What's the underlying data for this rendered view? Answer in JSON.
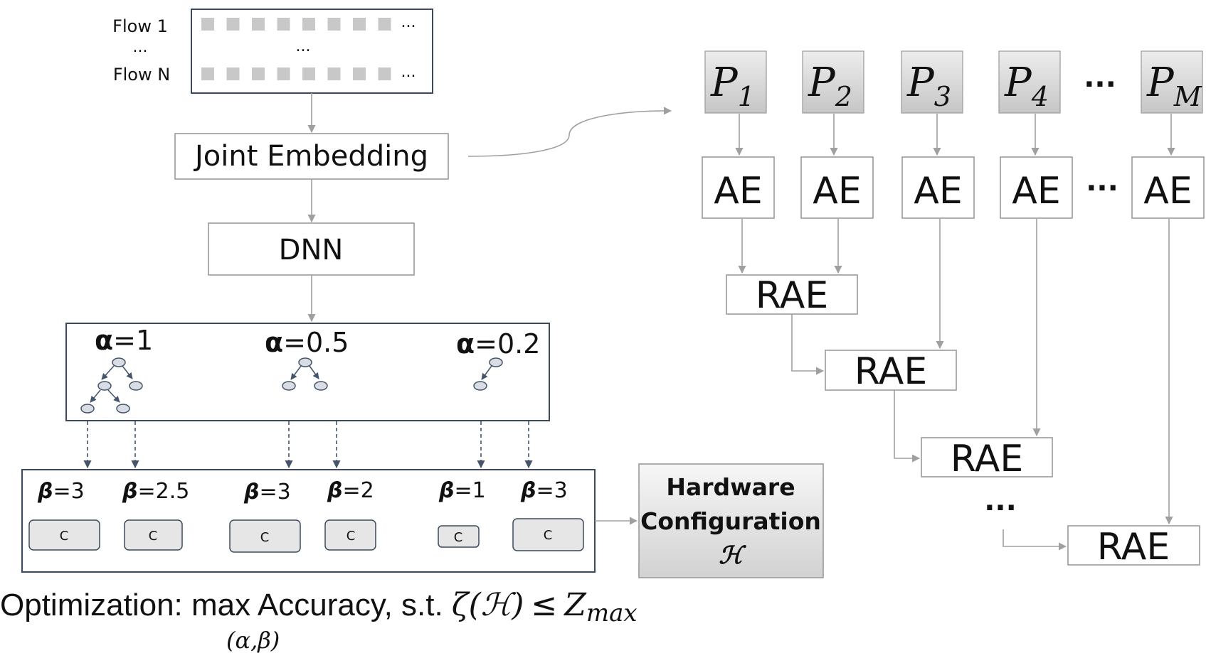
{
  "flows": {
    "label_first": "Flow 1",
    "label_dots": "...",
    "label_last": "Flow N",
    "row_ellipsis": "...",
    "middle_ellipsis": "..."
  },
  "pipeline": {
    "embedding_label": "Joint Embedding",
    "dnn_label": "DNN"
  },
  "trees": [
    {
      "alpha_symbol": "α",
      "alpha_value": "=1"
    },
    {
      "alpha_symbol": "α",
      "alpha_value": "=0.5"
    },
    {
      "alpha_symbol": "α",
      "alpha_value": "=0.2"
    }
  ],
  "classifiers": [
    {
      "beta_symbol": "β",
      "beta_value": "=3",
      "box_label": "C"
    },
    {
      "beta_symbol": "β",
      "beta_value": "=2.5",
      "box_label": "C"
    },
    {
      "beta_symbol": "β",
      "beta_value": "=3",
      "box_label": "C"
    },
    {
      "beta_symbol": "β",
      "beta_value": "=2",
      "box_label": "C"
    },
    {
      "beta_symbol": "β",
      "beta_value": "=1",
      "box_label": "C"
    },
    {
      "beta_symbol": "β",
      "beta_value": "=3",
      "box_label": "C"
    }
  ],
  "hardware": {
    "line1": "Hardware",
    "line2": "Configuration",
    "symbol": "ℋ"
  },
  "optimization": {
    "prefix": "Optimization: max Accuracy, s.t.",
    "zeta": "ζ",
    "arg": "(ℋ)",
    "leq": "≤",
    "zmax_base": "Z",
    "zmax_sub": "max",
    "under": "(α,β)"
  },
  "partitions": [
    {
      "base": "P",
      "sub": "1"
    },
    {
      "base": "P",
      "sub": "2"
    },
    {
      "base": "P",
      "sub": "3"
    },
    {
      "base": "P",
      "sub": "4"
    },
    {
      "base": "P",
      "sub": "M"
    }
  ],
  "partition_ellipsis": "...",
  "ae_label": "AE",
  "ae_ellipsis": "...",
  "rae_label": "RAE",
  "rae_ellipsis": "...",
  "colors": {
    "box_border": "#3a4a5c",
    "light_border": "#9a9a9a",
    "arrow_gray": "#a0a0a0",
    "dashed_arrow": "#44546a",
    "tree_node_fill": "#d9dde3",
    "tree_node_stroke": "#44546a",
    "partition_fill": "#c8c8c8",
    "hardware_fill": "#e0e0e0",
    "flow_square": "#c8c8c8",
    "classifier_fill": "#e6e6e6"
  }
}
